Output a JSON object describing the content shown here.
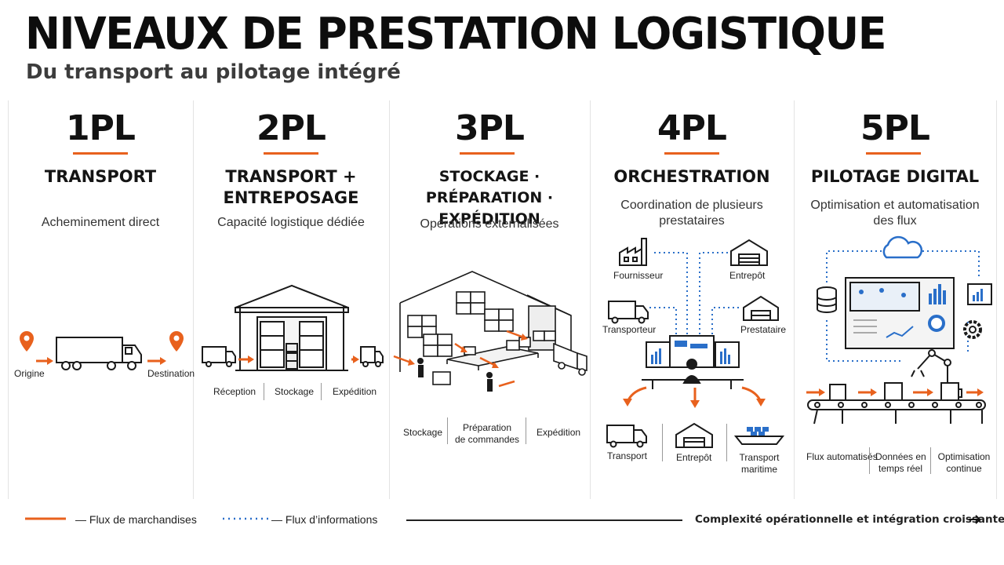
{
  "header": {
    "title": "NIVEAUX DE PRESTATION LOGISTIQUE",
    "subtitle": "Du transport au pilotage intégré"
  },
  "levels": [
    {
      "level": "1PL",
      "heading": "TRANSPORT",
      "description": "Acheminement direct",
      "labels": {
        "origin": "Origine",
        "destination": "Destination"
      }
    },
    {
      "level": "2PL",
      "heading_line1": "TRANSPORT +",
      "heading_line2": "ENTREPOSAGE",
      "description": "Capacité logistique dédiée",
      "steps": [
        "Réception",
        "Stockage",
        "Expédition"
      ]
    },
    {
      "level": "3PL",
      "heading_line1": "STOCKAGE · PRÉPARATION ·",
      "heading_line2": "EXPÉDITION",
      "description": "Opérations externalisées",
      "steps": [
        "Stockage",
        "Préparation",
        "de commandes",
        "Expédition"
      ]
    },
    {
      "level": "4PL",
      "heading": "ORCHESTRATION",
      "description_line1": "Coordination de plusieurs",
      "description_line2": "prestataires",
      "nodes": {
        "fournisseur": "Fournisseur",
        "entrepot_top": "Entrepôt",
        "transporteur": "Transporteur",
        "prestataire": "Prestataire"
      },
      "outputs": [
        "Transport",
        "Entrepôt",
        "Transport",
        "maritime"
      ]
    },
    {
      "level": "5PL",
      "heading": "PILOTAGE DIGITAL",
      "description_line1": "Optimisation et automatisation",
      "description_line2": "des flux",
      "steps": [
        "Flux automatisés",
        "Données en",
        "temps réel",
        "Optimisation",
        "continue"
      ]
    }
  ],
  "legend": {
    "goods_flow": "— Flux de marchandises",
    "info_flow": "— Flux d’informations",
    "complexity": "Complexité opérationnelle et intégration croissantes"
  },
  "colors": {
    "accent": "#e8611d",
    "info": "#2a6fc9",
    "ink": "#1a1a1a"
  }
}
